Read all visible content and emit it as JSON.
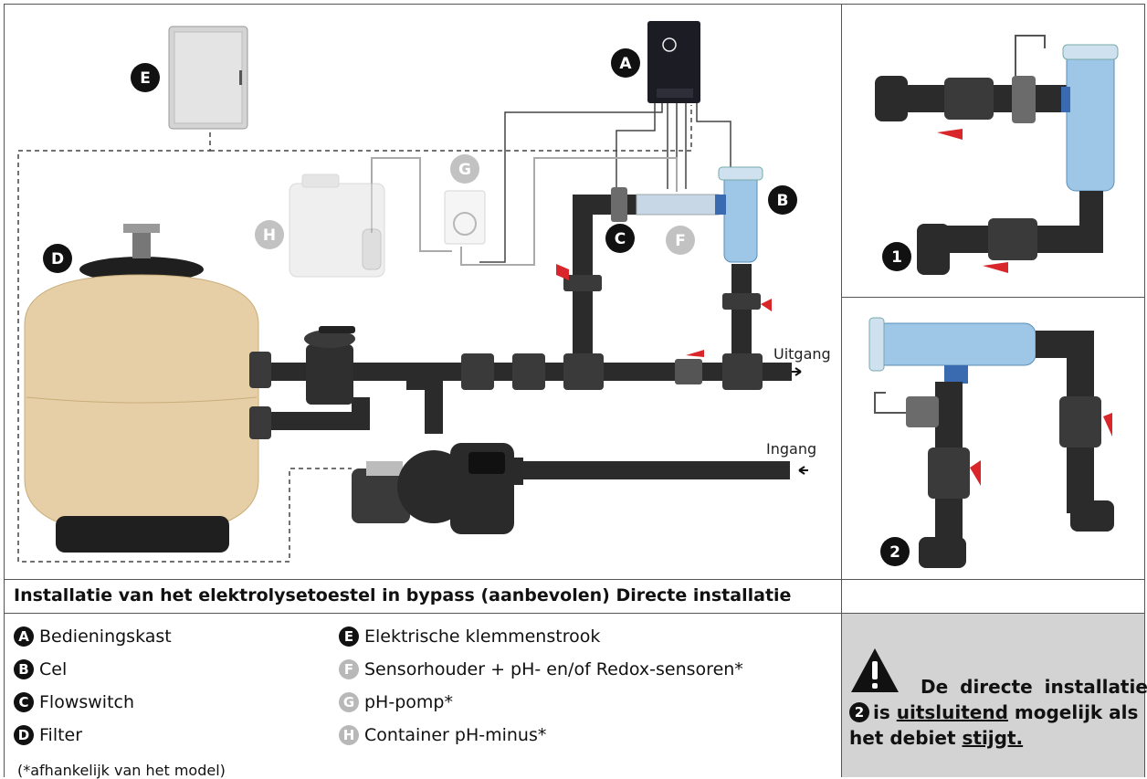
{
  "diagram": {
    "labels": {
      "A": "A",
      "B": "B",
      "C": "C",
      "D": "D",
      "E": "E",
      "F": "F",
      "G": "G",
      "H": "H"
    },
    "outlet_label": "Uitgang",
    "inlet_label": "Ingang",
    "detail_numbers": [
      "1",
      "2"
    ]
  },
  "title": "Installatie van het elektrolysetoestel in bypass (aanbevolen) Directe installatie",
  "legend": {
    "left": [
      {
        "key": "A",
        "label": "Bedieningskast"
      },
      {
        "key": "B",
        "label": "Cel"
      },
      {
        "key": "C",
        "label": "Flowswitch"
      },
      {
        "key": "D",
        "label": "Filter"
      }
    ],
    "right": [
      {
        "key": "E",
        "label": "Elektrische klemmenstrook"
      },
      {
        "key": "F",
        "label": "Sensorhouder + pH- en/of Redox-sensoren*"
      },
      {
        "key": "G",
        "label": "pH-pomp*"
      },
      {
        "key": "H",
        "label": "Container pH-minus*"
      }
    ],
    "footnote": "(*afhankelijk van het model)"
  },
  "warning": {
    "line1": "De directe installatie",
    "badge": "2",
    "line2_pre": "is",
    "line2_u": "uitsluitend",
    "line2_post": "mogelijk als",
    "line3_pre": "het debiet",
    "line3_u": "stijgt."
  },
  "colors": {
    "pipe": "#2b2b2b",
    "filter_tank": "#e6cfa6",
    "cell_blue": "#9ec6e6",
    "valve_red": "#d9262a",
    "warn_bg": "#d3d3d3",
    "grey_badge": "#b8b8b8"
  }
}
